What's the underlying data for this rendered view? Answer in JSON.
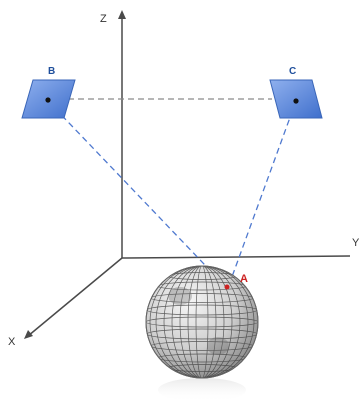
{
  "axes": {
    "z_label": "Z",
    "y_label": "Y",
    "x_label": "X"
  },
  "panels": [
    {
      "label": "B"
    },
    {
      "label": "C"
    }
  ],
  "point": {
    "label": "A"
  },
  "colors": {
    "axis": "#4a4a4a",
    "panel_fill": "#5b86d9",
    "panel_stroke": "#3a66b8",
    "ray": "#4f79cf",
    "link": "#8a8a8a",
    "point": "#cc2222",
    "sphere_mesh": "#444444"
  }
}
